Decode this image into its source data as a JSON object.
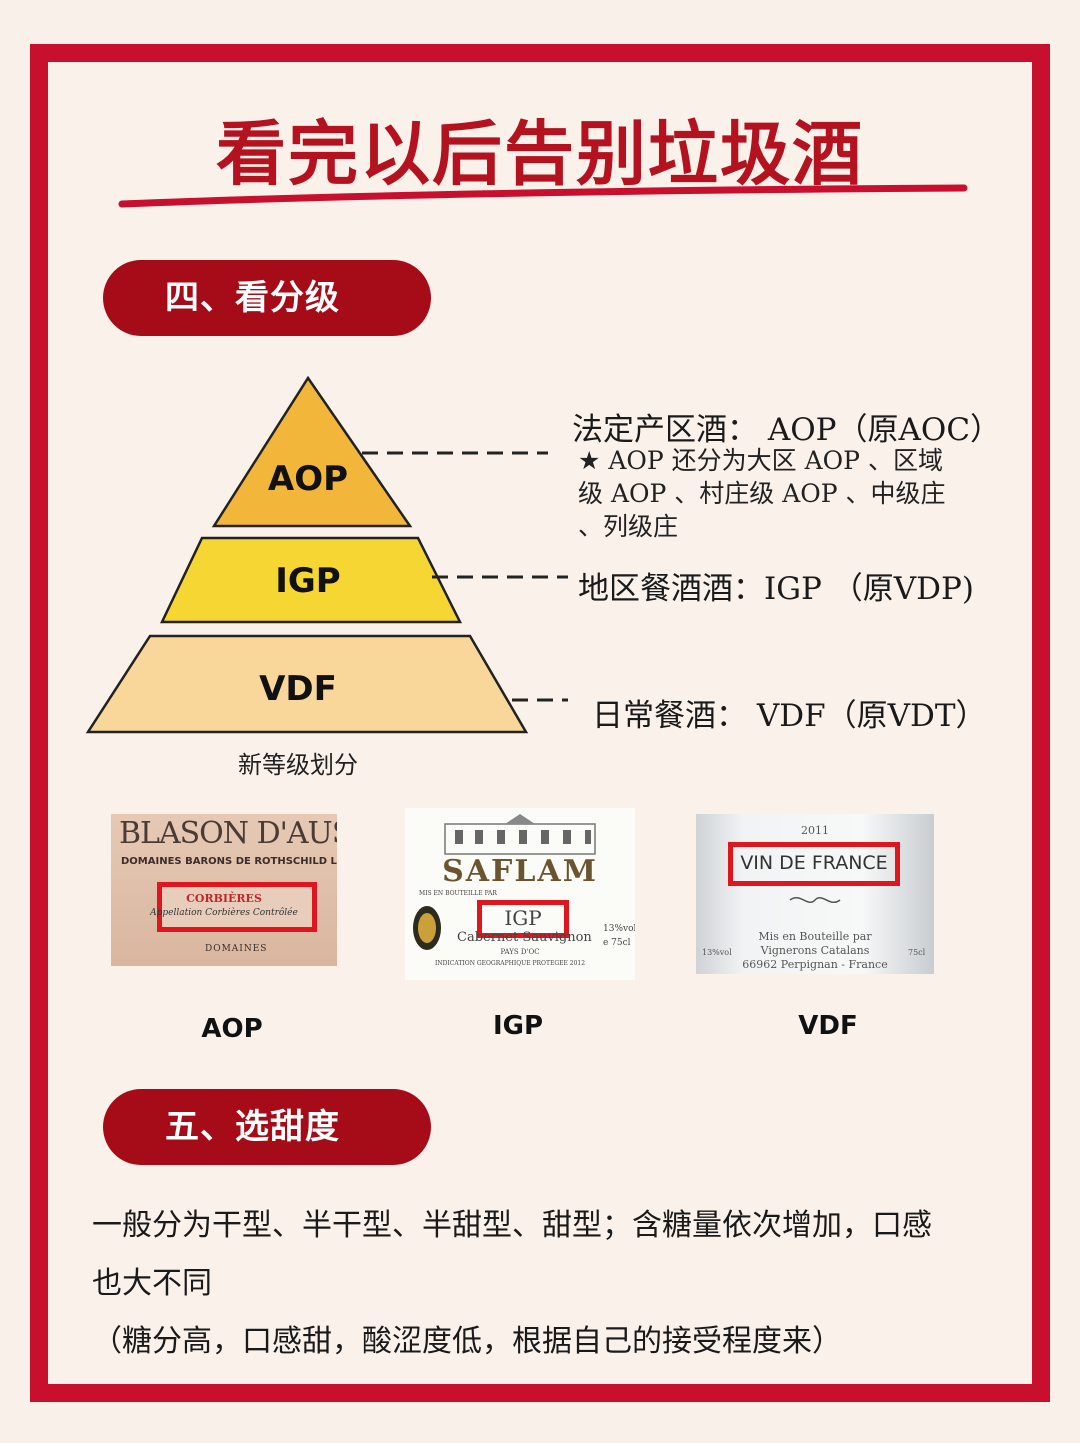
{
  "title": "看完以后告别垃圾酒",
  "section4": {
    "label": "四、看分级"
  },
  "pyramid": {
    "levels": [
      "AOP",
      "IGP",
      "VDF"
    ],
    "caption": "新等级划分",
    "colors": {
      "top": "#f2b73a",
      "middle": "#f6d632",
      "bottom": "#f9d79a"
    }
  },
  "levels_text": {
    "aop_main": "法定产区酒： AOP（原AOC）",
    "aop_note_1": "★ AOP 还分为大区 AOP 、区域",
    "aop_note_2": "级 AOP 、村庄级 AOP 、中级庄",
    "aop_note_3": "、列级庄",
    "igp_main": "地区餐酒酒：IGP （原VDP)",
    "vdf_main": "日常餐酒： VDF（原VDT）"
  },
  "labels": {
    "aop": {
      "brand": "BLASON D'AUSSIÈR",
      "sub": "DOMAINES BARONS DE ROTHSCHILD L",
      "region": "CORBIÈRES",
      "appellation": "Appellation Corbières Contrôlée",
      "seal": "DOMAINES",
      "caption": "AOP"
    },
    "igp": {
      "brand": "SAFLAM",
      "small": "MIS EN BOUTEILLE PAR",
      "tag": "IGP",
      "grape": "Cabernet Sauvignon",
      "pays": "PAYS D'OC",
      "indication": "INDICATION GEOGRAPHIQUE PROTEGEE 2012",
      "abv": "13%vol",
      "vol": "e 75cl",
      "caption": "IGP"
    },
    "vdf": {
      "year": "2011",
      "tag": "VIN DE FRANCE",
      "line1": "Mis en Bouteille par",
      "line2": "Vignerons Catalans",
      "line3": "66962 Perpignan - France",
      "abv": "13%vol",
      "vol": "75cl",
      "caption": "VDF"
    }
  },
  "section5": {
    "label": "五、选甜度"
  },
  "sweetness": {
    "line1": "一般分为干型、半干型、半甜型、甜型；含糖量依次增加，口感",
    "line2": "也大不同",
    "line3": "（糖分高，口感甜，酸涩度低，根据自己的接受程度来）"
  },
  "accent": "#c8102e"
}
